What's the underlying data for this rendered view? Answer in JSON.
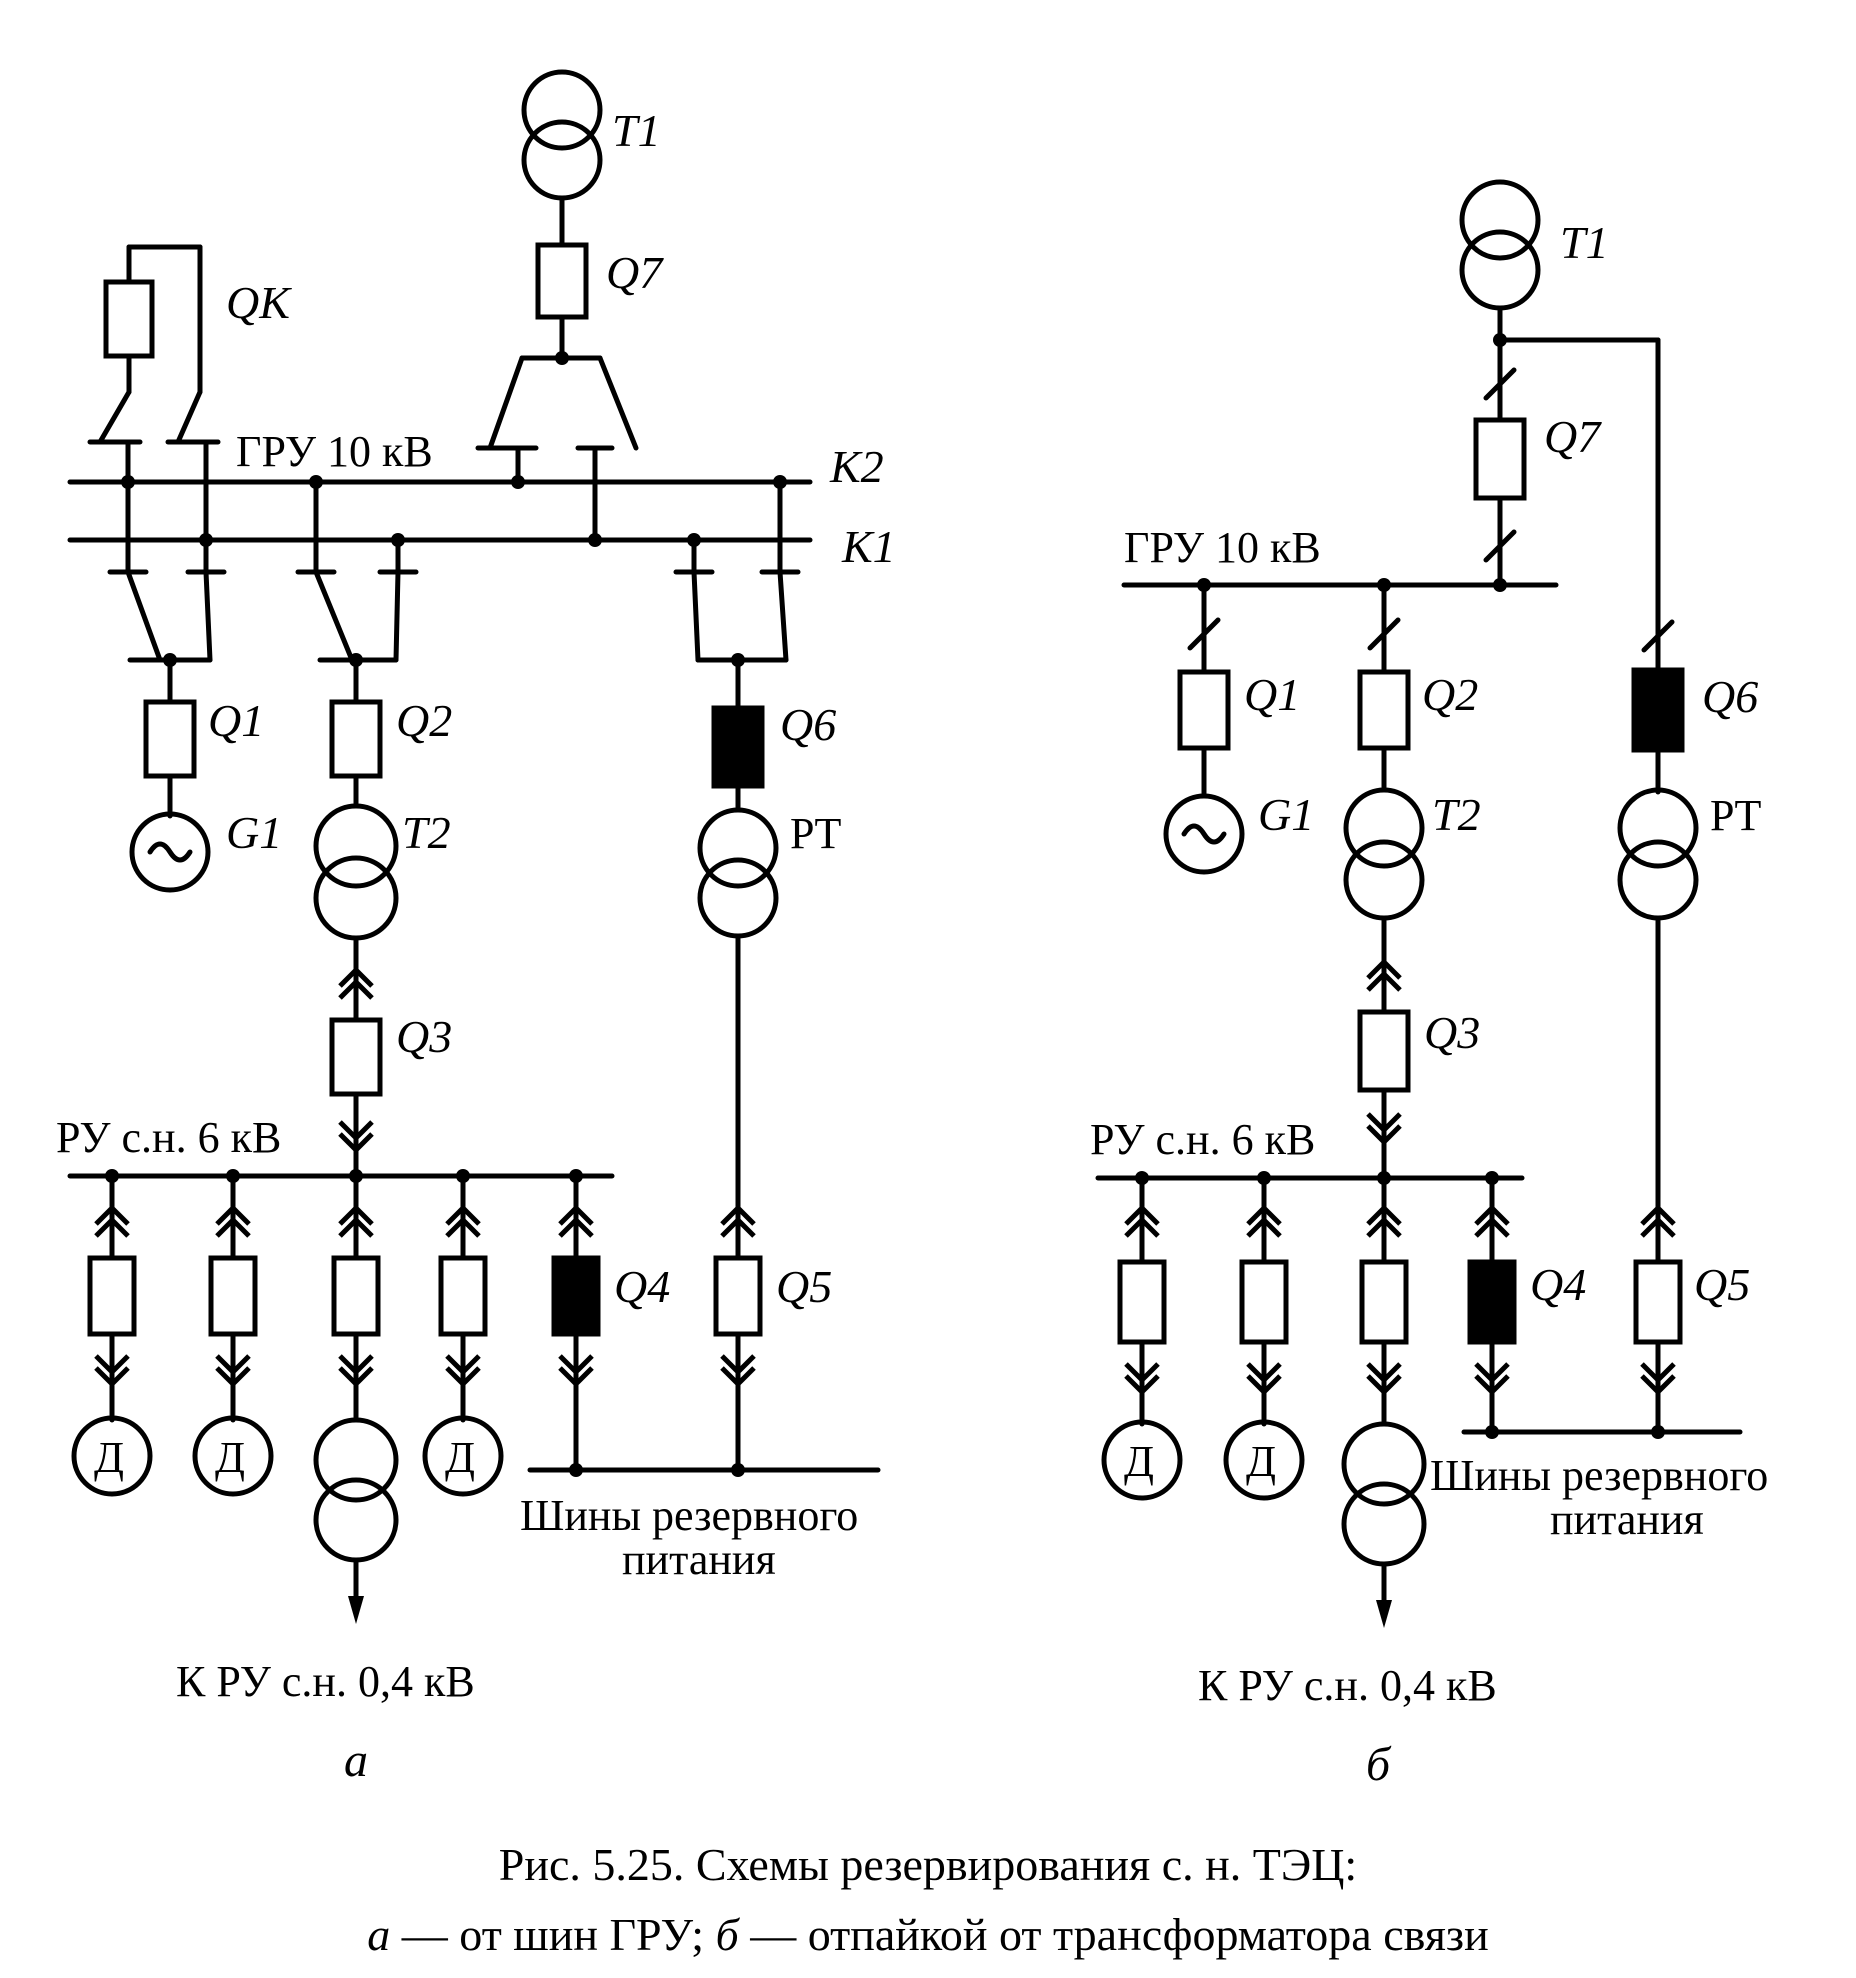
{
  "scheme_a": {
    "labels": {
      "T1": "T1",
      "Q7": "Q7",
      "QK": "QK",
      "bus_gru": "ГРУ 10 кВ",
      "K2": "K2",
      "K1": "K1",
      "Q1": "Q1",
      "Q2": "Q2",
      "Q6": "Q6",
      "G1": "G1",
      "T2": "T2",
      "PT": "PT",
      "Q3": "Q3",
      "ru_6kv": "РУ с.н. 6 кВ",
      "Q4": "Q4",
      "Q5": "Q5",
      "motor": "Д",
      "reserve_line1": "Шины резервного",
      "reserve_line2": "питания",
      "to_04kv": "К РУ с.н. 0,4 кВ",
      "sublabel": "а"
    }
  },
  "scheme_b": {
    "labels": {
      "T1": "T1",
      "Q7": "Q7",
      "bus_gru": "ГРУ 10 кВ",
      "Q1": "Q1",
      "Q2": "Q2",
      "Q6": "Q6",
      "G1": "G1",
      "T2": "T2",
      "PT": "PT",
      "Q3": "Q3",
      "ru_6kv": "РУ с.н. 6 кВ",
      "Q4": "Q4",
      "Q5": "Q5",
      "motor": "Д",
      "reserve_line1": "Шины резервного",
      "reserve_line2": "питания",
      "to_04kv": "К РУ с.н. 0,4 кВ",
      "sublabel": "б"
    }
  },
  "caption": {
    "line1": "Рис. 5.25. Схемы резервирования с. н. ТЭЦ:",
    "line2_a": "а",
    "line2_text1": " — от шин ГРУ; ",
    "line2_b": "б",
    "line2_text2": " — отпайкой от трансформатора связи"
  }
}
